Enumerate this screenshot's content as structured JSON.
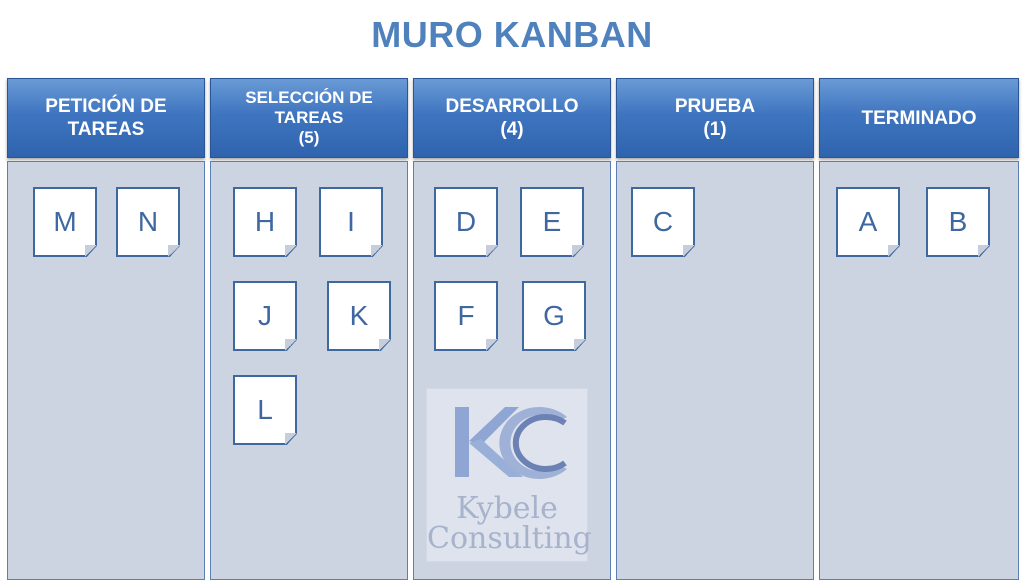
{
  "title": "MURO KANBAN",
  "columns": [
    {
      "header_line1": "PETICIÓN DE",
      "header_line2": "TAREAS",
      "header_line3": "",
      "cards": [
        "M",
        "N"
      ]
    },
    {
      "header_line1": "SELECCIÓN DE",
      "header_line2": "TAREAS",
      "header_line3": "(5)",
      "cards": [
        "H",
        "I",
        "J",
        "K",
        "L"
      ]
    },
    {
      "header_line1": "DESARROLLO",
      "header_line2": "(4)",
      "header_line3": "",
      "cards": [
        "D",
        "E",
        "F",
        "G"
      ]
    },
    {
      "header_line1": "PRUEBA",
      "header_line2": "(1)",
      "header_line3": "",
      "cards": [
        "C"
      ]
    },
    {
      "header_line1": "TERMINADO",
      "header_line2": "",
      "header_line3": "",
      "cards": [
        "A",
        "B"
      ]
    }
  ],
  "watermark": {
    "line1": "Kybele",
    "line2": "Consulting",
    "monogram": "KC"
  },
  "colors": {
    "title": "#4f81bd",
    "header": "#3f75c0",
    "column_bg": "#ccd3e1",
    "card_border": "#3f67a0"
  }
}
